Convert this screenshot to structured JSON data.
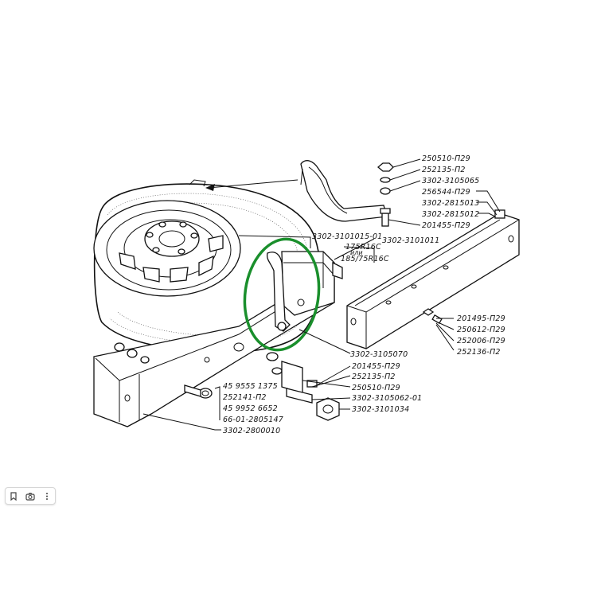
{
  "diagram": {
    "highlight_color": "#1a8f2c",
    "labels": {
      "l250510_top": "250510-П29",
      "l252135_top": "252135-П2",
      "l3302_3105065": "3302-3105065",
      "l256544": "256544-П29",
      "l3302_2815013": "3302-2815013",
      "l3302_2815012": "3302-2815012",
      "l201455_top": "201455-П29",
      "l3302_3101015": "3302-3101015-01",
      "l3302_3101011": "3302-3101011",
      "l175r16c": "175R16C",
      "l_ili": "или",
      "l185_75r16c": "185/75R16C",
      "l201495": "201495-П29",
      "l250612": "250612-П29",
      "l252006": "252006-П29",
      "l252136": "252136-П2",
      "l3302_3105070": "3302-3105070",
      "l201455_mid": "201455-П29",
      "l252135_mid": "252135-П2",
      "l250510_mid": "250510-П29",
      "l3302_3105062": "3302-3105062-01",
      "l3302_3101034": "3302-3101034",
      "l459555": "45 9555 1375",
      "l252141": "252141-П2",
      "l459952": "45 9952 6652",
      "l66_01": "66-01-2805147",
      "l3302_2800010": "3302-2800010"
    }
  },
  "toolbar": {
    "icons": [
      "bookmark-icon",
      "camera-icon",
      "more-vertical-icon"
    ]
  }
}
